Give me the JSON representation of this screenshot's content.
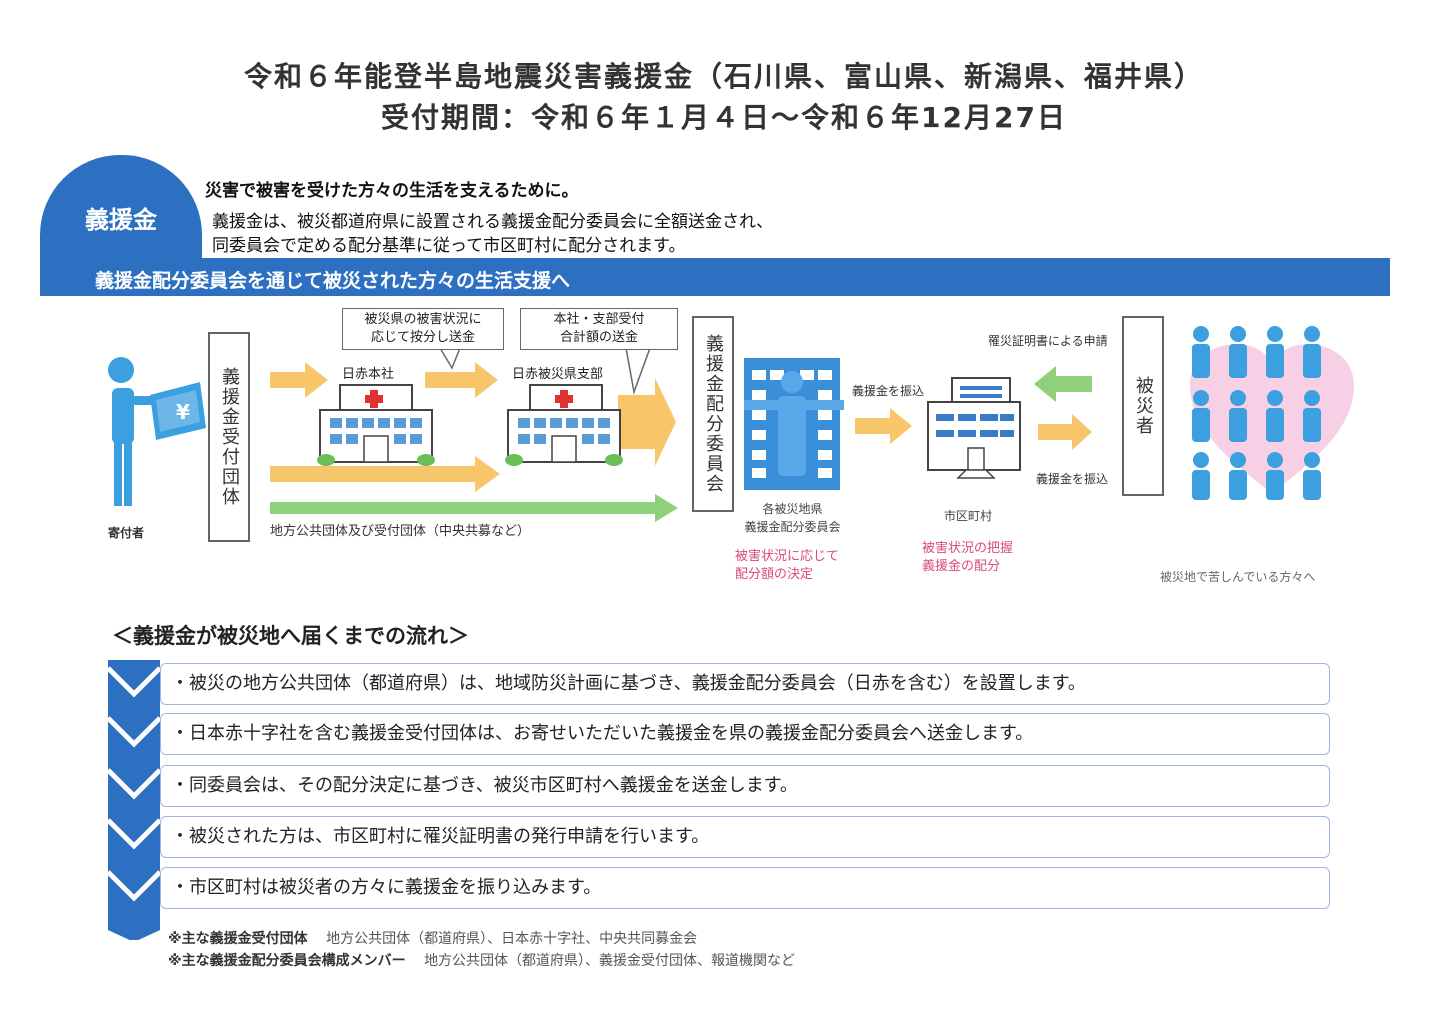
{
  "title": {
    "line1": "令和６年能登半島地震災害義援金（石川県、富山県、新潟県、福井県）",
    "line2": "受付期間：令和６年１月４日～令和６年12月27日"
  },
  "tab_label": "義援金",
  "lead": {
    "heading": "災害で被害を受けた方々の生活を支えるために。",
    "line1": "義援金は、被災都道府県に設置される義援金配分委員会に全額送金され、",
    "line2": "同委員会で定める配分基準に従って市区町村に配分されます。"
  },
  "band_text": "義援金配分委員会を通じて被災された方々の生活支援へ",
  "diagram": {
    "donor_label": "寄付者",
    "receiving_org": "義援金受付団体",
    "callout1": [
      "被災県の被害状況に",
      "応じて按分し送金"
    ],
    "callout2": [
      "本社・支部受付",
      "合計額の送金"
    ],
    "hq_label": "日赤本社",
    "branch_label": "日赤被災県支部",
    "local_gov_label": "地方公共団体及び受付団体（中央共募など）",
    "committee_box": "義援金配分委員会",
    "committee_caption": [
      "各被災地県",
      "義援金配分委員会"
    ],
    "committee_pink": [
      "被害状況に応じて",
      "配分額の決定"
    ],
    "transfer_to_city": "義援金を振込",
    "city_label": "市区町村",
    "city_pink": [
      "被害状況の把握",
      "義援金の配分"
    ],
    "certificate_request": "罹災証明書による申請",
    "transfer_to_victims": "義援金を振込",
    "victims_box": "被災者",
    "victims_caption": "被災地で苦しんでいる方々へ",
    "yen_symbol": "¥"
  },
  "flow_heading": "＜義援金が被災地へ届くまでの流れ＞",
  "steps": [
    "・被災の地方公共団体（都道府県）は、地域防災計画に基づき、義援金配分委員会（日赤を含む）を設置します。",
    "・日本赤十字社を含む義援金受付団体は、お寄せいただいた義援金を県の義援金配分委員会へ送金します。",
    "・同委員会は、その配分決定に基づき、被災市区町村へ義援金を送金します。",
    "・被災された方は、市区町村に罹災証明書の発行申請を行います。",
    "・市区町村は被災者の方々に義援金を振り込みます。"
  ],
  "notes": [
    {
      "label": "※主な義援金受付団体",
      "text": "地方公共団体（都道府県）、日本赤十字社、中央共同募金会"
    },
    {
      "label": "※主な義援金配分委員会構成メンバー",
      "text": "地方公共団体（都道府県）、義援金受付団体、報道機関など"
    }
  ],
  "colors": {
    "brand_blue": "#2d6fc0",
    "person_blue": "#3b9fe0",
    "arrow_orange": "#f7c66a",
    "arrow_green": "#8fd07a",
    "pink": "#d84a7a"
  }
}
